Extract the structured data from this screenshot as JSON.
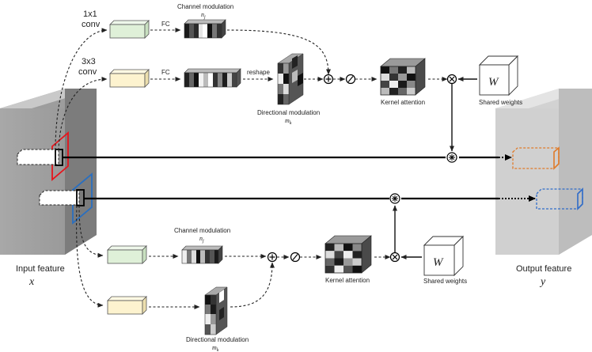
{
  "labels": {
    "conv1x1": "1x1",
    "conv1x1_b": "conv",
    "conv3x3": "3x3",
    "conv3x3_b": "conv",
    "fc": "FC",
    "reshape": "reshape",
    "channel_modulation": "Channel modulation",
    "directional_modulation": "Directional modulation",
    "kernel_attention": "Kernel attention",
    "shared_weights": "Shared weights",
    "input_feature": "Input feature",
    "output_feature": "Output feature",
    "w": "W",
    "n_j": "n_j",
    "m_k": "m_k",
    "x": "x",
    "y": "y"
  },
  "operators": {
    "plus": "⊕",
    "divide": "⊘",
    "times": "⊗",
    "conv": "⊛"
  },
  "colors": {
    "green_box": "#dff0d8",
    "yellow_box": "#fdf3cf",
    "red_window": "#e8141c",
    "blue_window": "#2a6fc0",
    "orange_out": "#e07b2a",
    "blue_out": "#2f6cc9",
    "input_tensor": "#8f8f8f",
    "output_tensor": "#cfcfcf"
  }
}
